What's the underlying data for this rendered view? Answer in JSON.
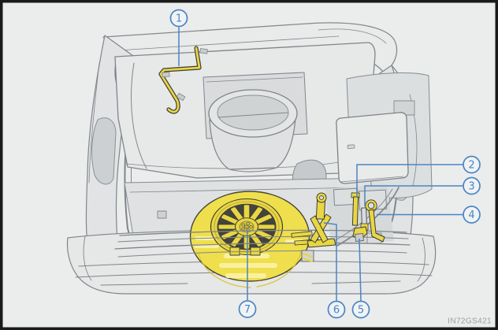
{
  "figure": {
    "code": "IN72GS421"
  },
  "callouts": [
    {
      "label": "1"
    },
    {
      "label": "2"
    },
    {
      "label": "3"
    },
    {
      "label": "4"
    },
    {
      "label": "5"
    },
    {
      "label": "6"
    },
    {
      "label": "7"
    }
  ],
  "colors": {
    "background": "#ebecec",
    "frame_border": "#1a1a1a",
    "callout_blue": "#4a85c2",
    "highlight_yellow": "#efdf4d",
    "outline_gray": "#80868b",
    "code_gray": "#9aa0a4"
  }
}
